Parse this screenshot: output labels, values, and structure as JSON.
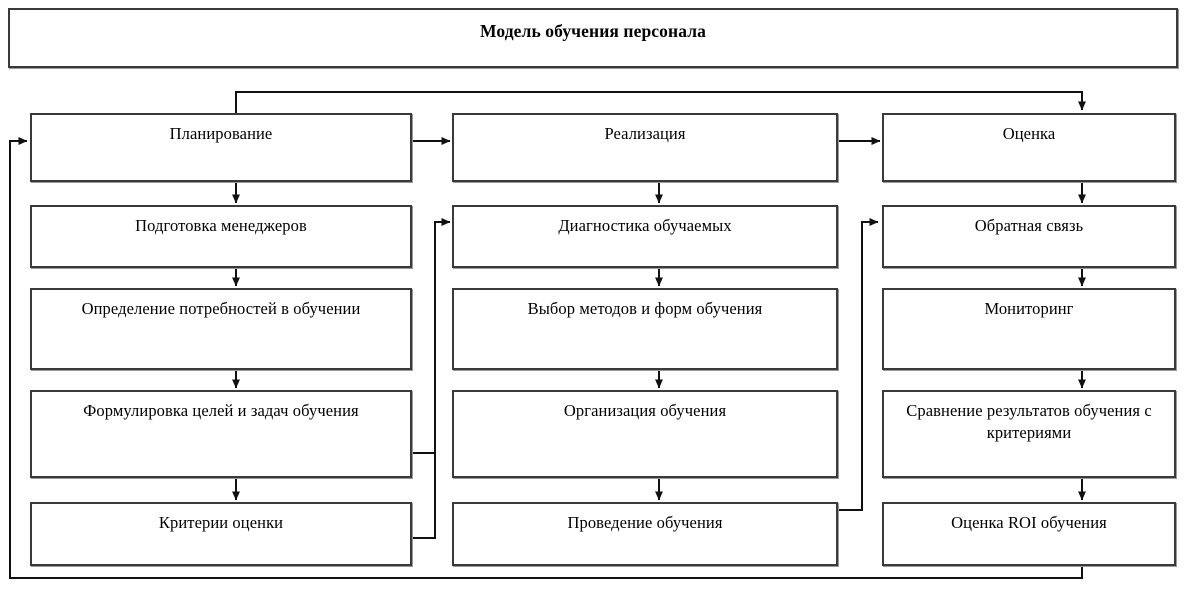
{
  "diagram": {
    "title": "Модель обучения персонала",
    "columns": [
      {
        "key": "planning",
        "header": "Планирование",
        "steps": [
          "Подготовка менеджеров",
          "Определение потребностей в обучении",
          "Формулировка целей и задач обучения",
          "Критерии оценки"
        ]
      },
      {
        "key": "implementation",
        "header": "Реализация",
        "steps": [
          "Диагностика обучаемых",
          "Выбор методов и форм обучения",
          "Организация обучения",
          "Проведение обучения"
        ]
      },
      {
        "key": "evaluation",
        "header": "Оценка",
        "steps": [
          "Обратная связь",
          "Мониторинг",
          "Сравнение результатов обучения с критериями",
          "Оценка  ROI обучения"
        ]
      }
    ],
    "colors": {
      "border": "#3a3a3a",
      "shadow": "#9a9a9a",
      "background": "#ffffff",
      "text": "#000000",
      "connector": "#1a1a1a"
    },
    "connectors": [
      {
        "name": "planning-to-implementation",
        "from": "Планирование",
        "to": "Реализация"
      },
      {
        "name": "implementation-to-evaluation",
        "from": "Реализация",
        "to": "Оценка"
      },
      {
        "name": "planning-top-loop-to-evaluation",
        "from": "Планирование",
        "to": "Оценка"
      },
      {
        "name": "evaluation-bottom-loop-to-planning",
        "from": "Оценка  ROI обучения",
        "to": "Планирование"
      },
      {
        "name": "planning-steps-loop-to-diagnostics",
        "from": "Критерии оценки",
        "to": "Диагностика обучаемых"
      },
      {
        "name": "training-to-feedback",
        "from": "Проведение обучения",
        "to": "Обратная связь"
      }
    ]
  }
}
